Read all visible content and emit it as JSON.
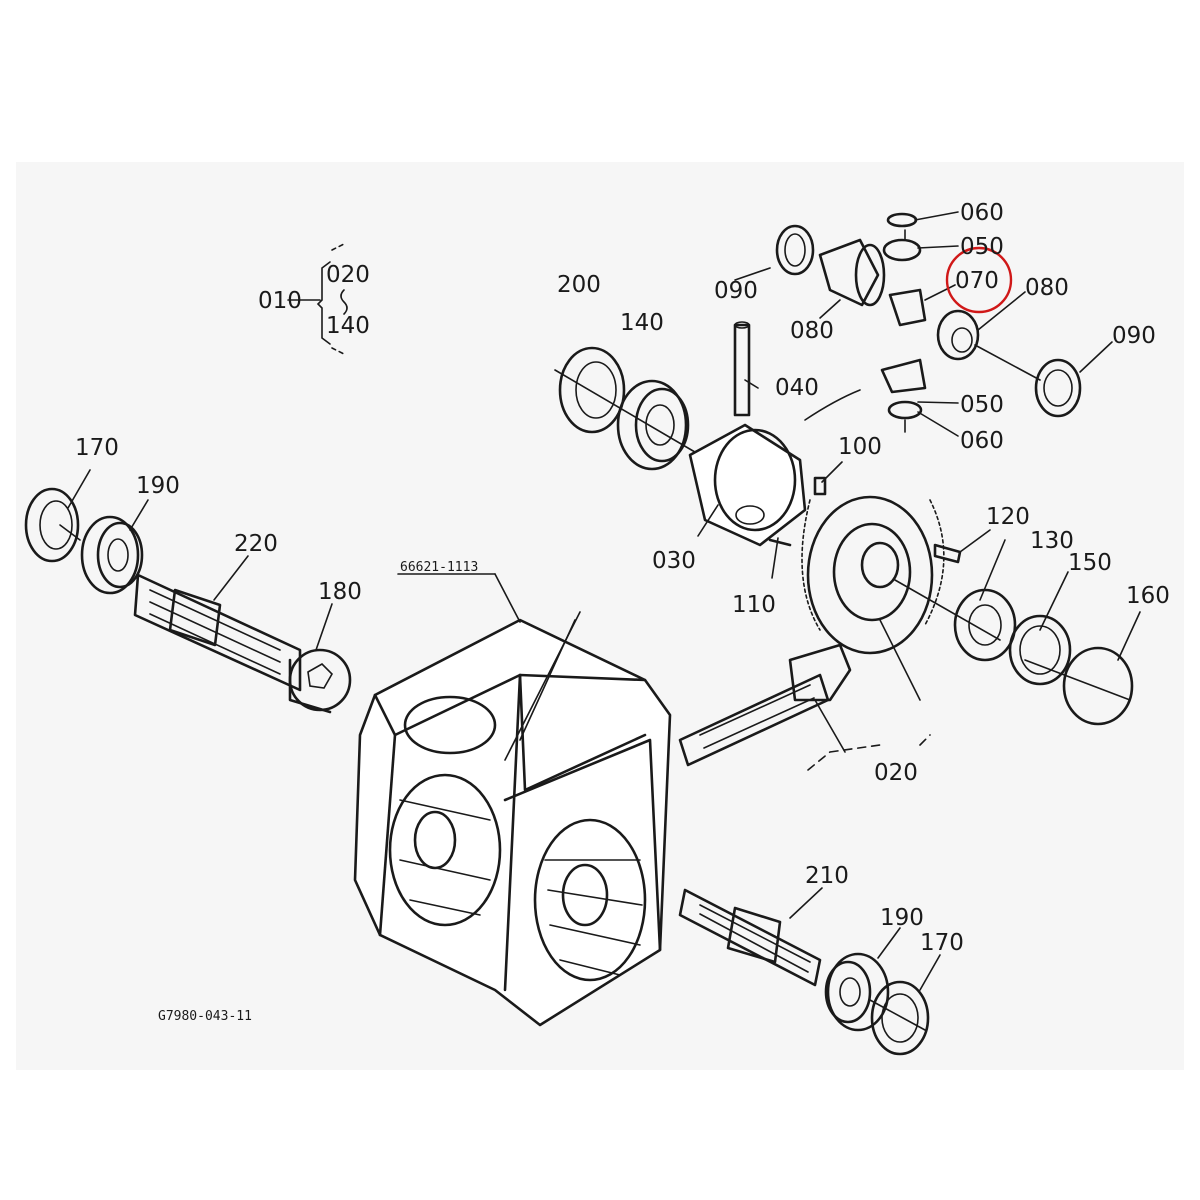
{
  "callouts": {
    "p010": "010",
    "p020_range_start": "020",
    "p140_range_end": "140",
    "p200": "200",
    "p140": "140",
    "p040": "040",
    "p090_left": "090",
    "p080_left": "080",
    "p060_top": "060",
    "p050_top": "050",
    "p070": "070",
    "p080_right": "080",
    "p090_right": "090",
    "p050_bottom": "050",
    "p060_bottom": "060",
    "p100": "100",
    "p030": "030",
    "p110": "110",
    "p120": "120",
    "p130": "130",
    "p150": "150",
    "p160": "160",
    "p020": "020",
    "p170_left": "170",
    "p190_left": "190",
    "p220": "220",
    "p180": "180",
    "p210": "210",
    "p190_right": "190",
    "p170_right": "170"
  },
  "case_part_number": "66621-1113",
  "drawing_number": "G7980-043-11",
  "highlight_color": "#d01818"
}
